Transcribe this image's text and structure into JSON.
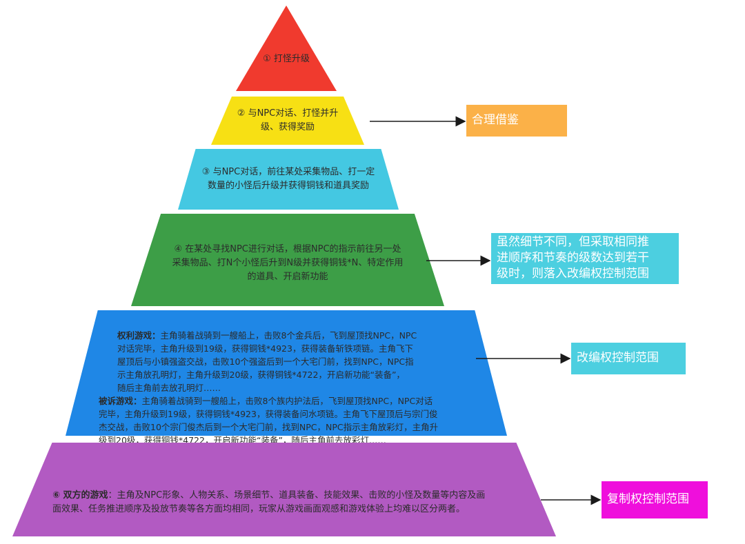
{
  "pyramid": {
    "tiers": [
      {
        "text": "① 打怪升级",
        "color": "#f03a2e"
      },
      {
        "text": "② 与NPC对话、打怪并升\n级、获得奖励",
        "color": "#f7e014"
      },
      {
        "text": "③ 与NPC对话，前往某处采集物品、打一定\n数量的小怪后升级并获得铜钱和道具奖励",
        "color": "#44c8e2"
      },
      {
        "text": "④ 在某处寻找NPC进行对话，根据NPC的指示前往另一处\n采集物品、打N个小怪后升到N级并获得铜钱*N、特定作用\n的道具、开启新功能",
        "color": "#3d9e47"
      },
      {
        "color": "#1f87e6",
        "rights_label": "权利游戏：",
        "rights_text": "主角骑着战骑到一艘船上，击败8个金兵后，飞到屋顶找NPC，NPC\n对话完毕，主角升级到19级，获得铜钱*4923，获得装备斩铁项链。主角飞下\n屋顶后与小镇强盗交战，击败10个强盗后到一个大宅门前，找到NPC，NPC指\n示主角放孔明灯，主角升级到20级，获得铜钱*4722，开启新功能“装备”，\n随后主角前去放孔明灯……",
        "accused_label": "被诉游戏：",
        "accused_text": "主角骑着战骑到一艘船上，击败8个族内护法后，飞到屋顶找NPC，NPC对话\n完毕，主角升级到19级，获得铜钱*4923，获得装备问水项链。主角飞下屋顶后与宗门俊\n杰交战，击败10个宗门俊杰后到一个大宅门前，找到NPC，NPC指示主角放彩灯，主角升\n级到20级，获得铜钱*4722，开启新功能“装备”，随后主角前去放彩灯……"
      },
      {
        "color": "#b25ac2",
        "label": "⑥ 双方的游戏",
        "text": "：主角及NPC形象、人物关系、场景细节、道具装备、技能效果、击败的小怪及数量等内容及画\n面效果、任务推进顺序及投放节奏等各方面均相同，玩家从游戏画面观感和游戏体验上均难以区分两者。"
      }
    ]
  },
  "callouts": [
    {
      "text": "合理借鉴",
      "color": "#fbb148"
    },
    {
      "text": "虽然细节不同，但采取相同推\n进顺序和节奏的级数达到若干\n级时，则落入改编权控制范围",
      "color": "#4ccfe0"
    },
    {
      "text": "改编权控制范围",
      "color": "#4ccfe0"
    },
    {
      "text": "复制权控制范围",
      "color": "#ef0fdc"
    }
  ],
  "arrow_color": "#1a1a1a"
}
